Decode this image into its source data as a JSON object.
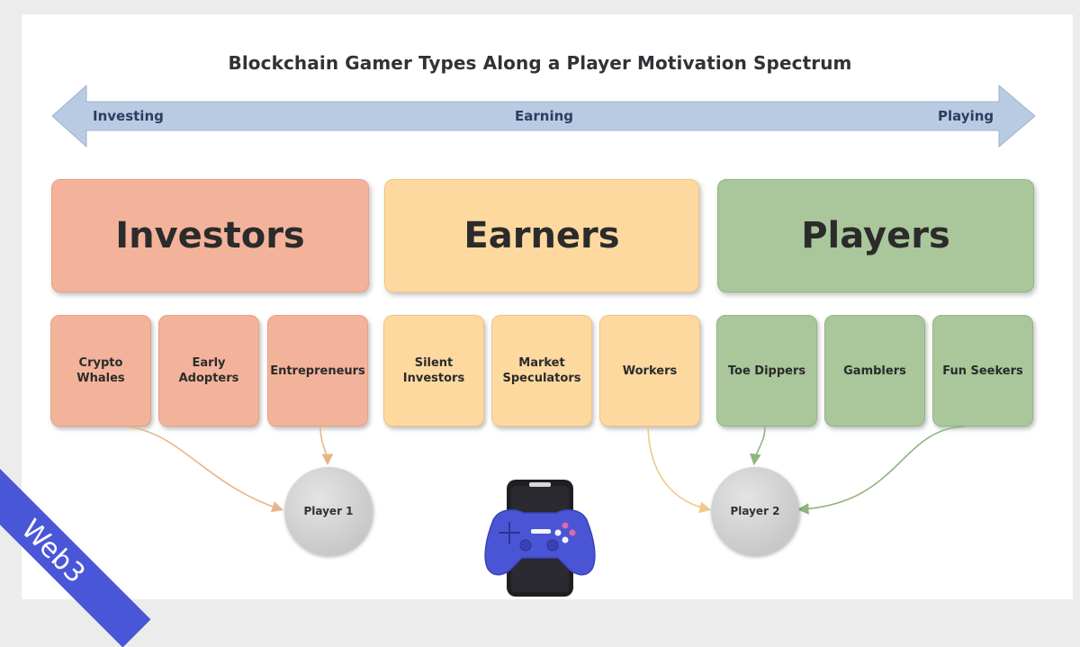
{
  "title": "Blockchain Gamer Types Along a Player Motivation Spectrum",
  "spectrum": {
    "left": "Investing",
    "center": "Earning",
    "right": "Playing"
  },
  "categories": [
    {
      "label": "Investors",
      "color": "#f3b39b"
    },
    {
      "label": "Earners",
      "color": "#fdd9a0"
    },
    {
      "label": "Players",
      "color": "#a9c79a"
    }
  ],
  "subtypes": {
    "investors": [
      "Crypto\nWhales",
      "Early Adopters",
      "Entrepreneurs"
    ],
    "earners": [
      "Silent\nInvestors",
      "Market\nSpeculators",
      "Workers"
    ],
    "players": [
      "Toe Dippers",
      "Gamblers",
      "Fun Seekers"
    ]
  },
  "player_nodes": [
    "Player 1",
    "Player 2"
  ],
  "watermark": "Web3",
  "icons": {
    "center": "gamepad-phone-icon"
  },
  "colors": {
    "arrow": "#b9cbe2",
    "connector_investor": "#e8b58a",
    "connector_earner": "#efc98a",
    "connector_player": "#8fb47f",
    "ribbon": "#4a56d8"
  }
}
